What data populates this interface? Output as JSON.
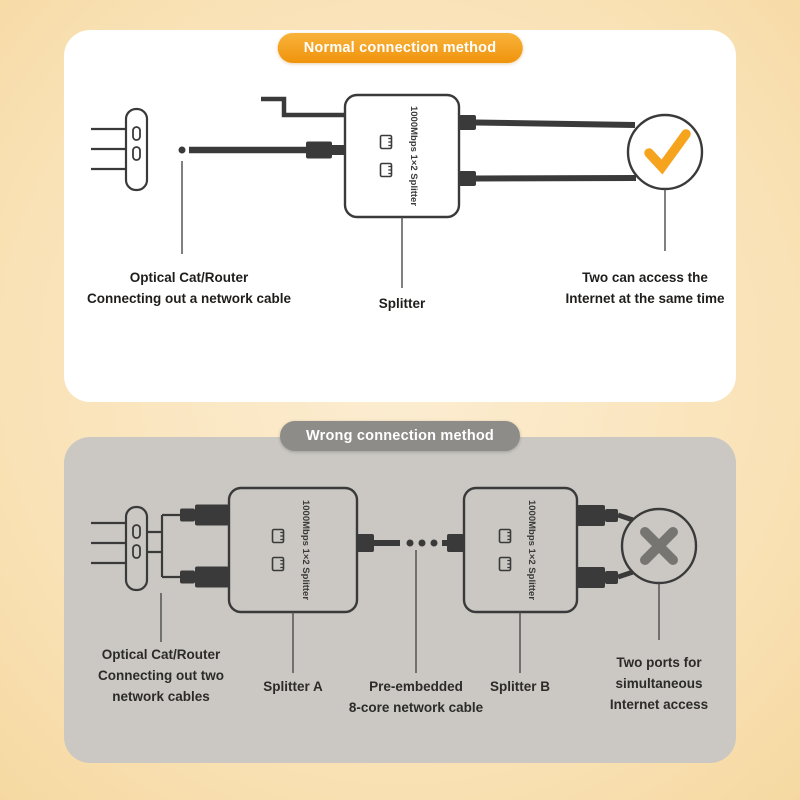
{
  "colors": {
    "background": "#F9E1B4",
    "panel_normal": "#FFFFFF",
    "panel_wrong": "#CBC8C3",
    "badge_normal": "#F5A01C",
    "badge_wrong": "#8E8C89",
    "check": "#F6A41D",
    "cross": "#777571",
    "line": "#3A3A3A"
  },
  "normal": {
    "badge": "Normal connection method",
    "splitter_device_label": "1000Mbps 1×2 Splitter",
    "labels": {
      "router_line1": "Optical Cat/Router",
      "router_line2": "Connecting out a network cable",
      "splitter": "Splitter",
      "result_line1": "Two can access the",
      "result_line2": "Internet at the same time"
    }
  },
  "wrong": {
    "badge": "Wrong connection method",
    "splitter_a_device_label": "1000Mbps 1×2 Splitter",
    "splitter_b_device_label": "1000Mbps 1×2 Splitter",
    "labels": {
      "router_line1": "Optical Cat/Router",
      "router_line2": "Connecting out two",
      "router_line3": "network cables",
      "splitter_a": "Splitter A",
      "cable_line1": "Pre-embedded",
      "cable_line2": "8-core network cable",
      "splitter_b": "Splitter B",
      "result_line1": "Two ports for",
      "result_line2": "simultaneous",
      "result_line3": "Internet access"
    }
  }
}
